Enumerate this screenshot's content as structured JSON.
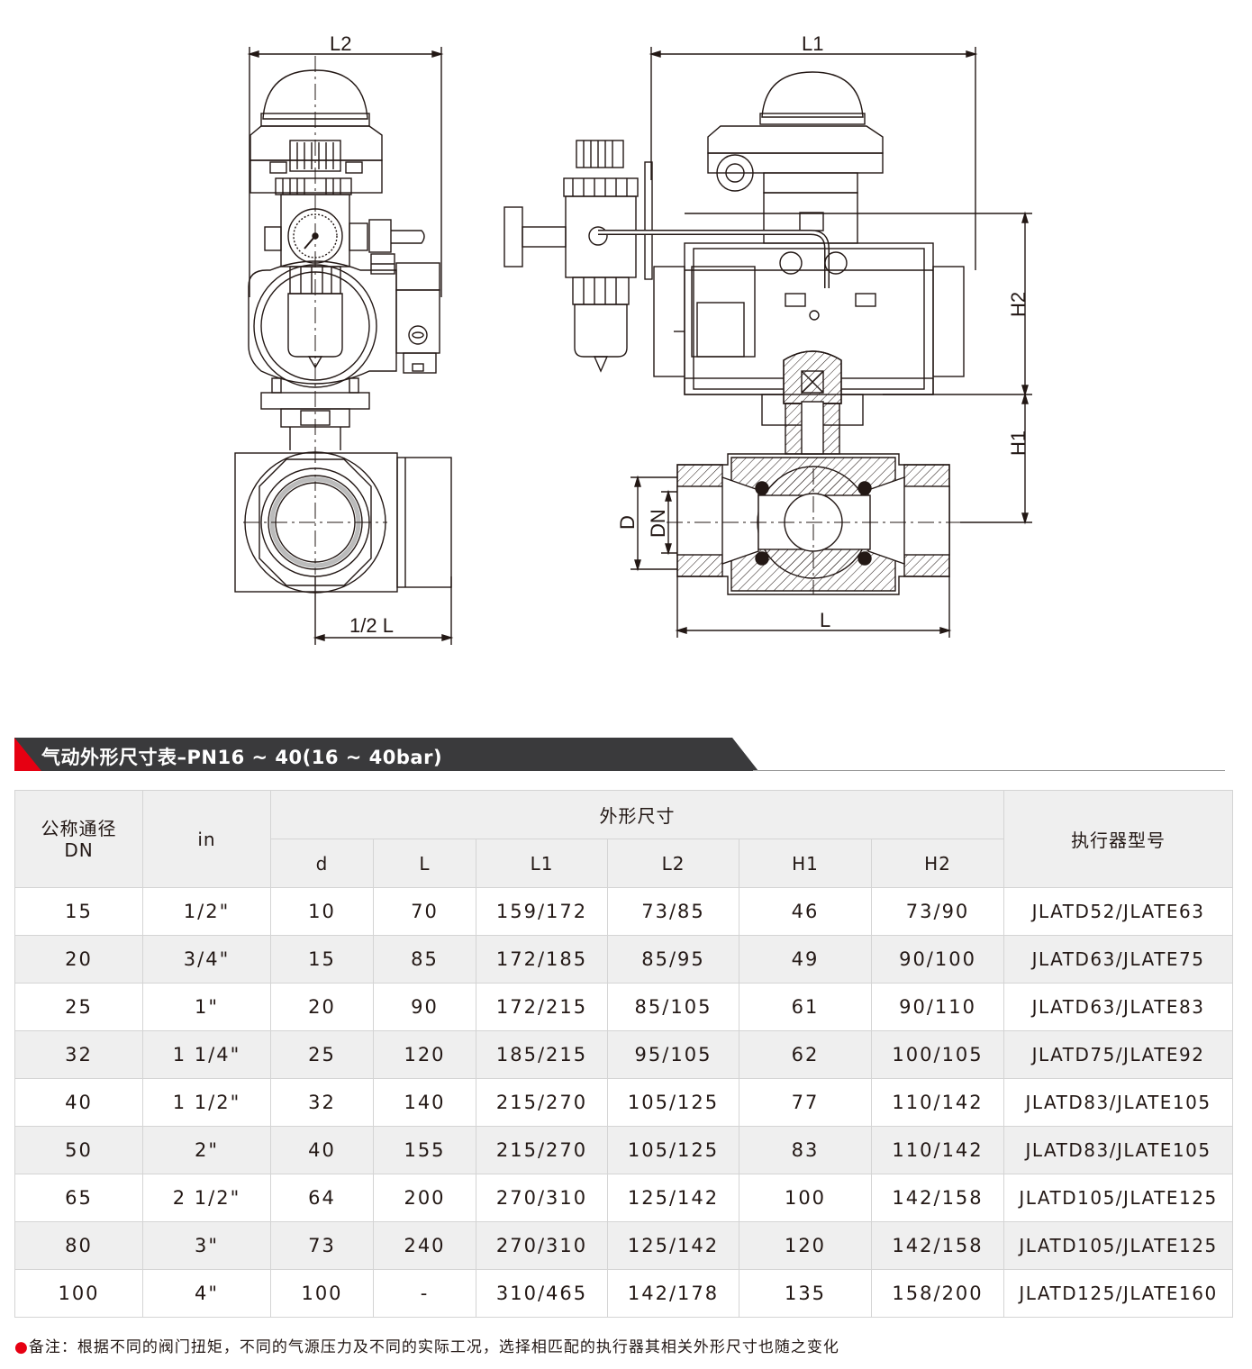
{
  "drawing": {
    "labels": {
      "l2": "L2",
      "l1": "L1",
      "h2": "H2",
      "h1": "H1",
      "d": "D",
      "dn": "DN",
      "half_l": "1/2  L",
      "l": "L"
    }
  },
  "banner": {
    "title": "气动外形尺寸表–PN16 ~ 40(16 ~ 40bar)"
  },
  "table": {
    "header": {
      "dn": [
        "公称通径",
        "DN"
      ],
      "in": "in",
      "dimensions": "外形尺寸",
      "actuator": "执行器型号",
      "sub": [
        "d",
        "L",
        "L1",
        "L2",
        "H1",
        "H2"
      ]
    },
    "rows": [
      [
        "15",
        "1/2\"",
        "10",
        "70",
        "159/172",
        "73/85",
        "46",
        "73/90",
        "JLATD52/JLATE63"
      ],
      [
        "20",
        "3/4\"",
        "15",
        "85",
        "172/185",
        "85/95",
        "49",
        "90/100",
        "JLATD63/JLATE75"
      ],
      [
        "25",
        "1\"",
        "20",
        "90",
        "172/215",
        "85/105",
        "61",
        "90/110",
        "JLATD63/JLATE83"
      ],
      [
        "32",
        "1 1/4\"",
        "25",
        "120",
        "185/215",
        "95/105",
        "62",
        "100/105",
        "JLATD75/JLATE92"
      ],
      [
        "40",
        "1 1/2\"",
        "32",
        "140",
        "215/270",
        "105/125",
        "77",
        "110/142",
        "JLATD83/JLATE105"
      ],
      [
        "50",
        "2\"",
        "40",
        "155",
        "215/270",
        "105/125",
        "83",
        "110/142",
        "JLATD83/JLATE105"
      ],
      [
        "65",
        "2 1/2\"",
        "64",
        "200",
        "270/310",
        "125/142",
        "100",
        "142/158",
        "JLATD105/JLATE125"
      ],
      [
        "80",
        "3\"",
        "73",
        "240",
        "270/310",
        "125/142",
        "120",
        "142/158",
        "JLATD105/JLATE125"
      ],
      [
        "100",
        "4\"",
        "100",
        "-",
        "310/465",
        "142/178",
        "135",
        "158/200",
        "JLATD125/JLATE160"
      ]
    ]
  },
  "footnote": {
    "bullet": "●",
    "text": "备注：根据不同的阀门扭矩，不同的气源压力及不同的实际工况，选择相匹配的执行器其相关外形尺寸也随之变化"
  },
  "colors": {
    "accent": "#e60012",
    "banner": "#3a3a3c",
    "stripe": "#efefef"
  }
}
